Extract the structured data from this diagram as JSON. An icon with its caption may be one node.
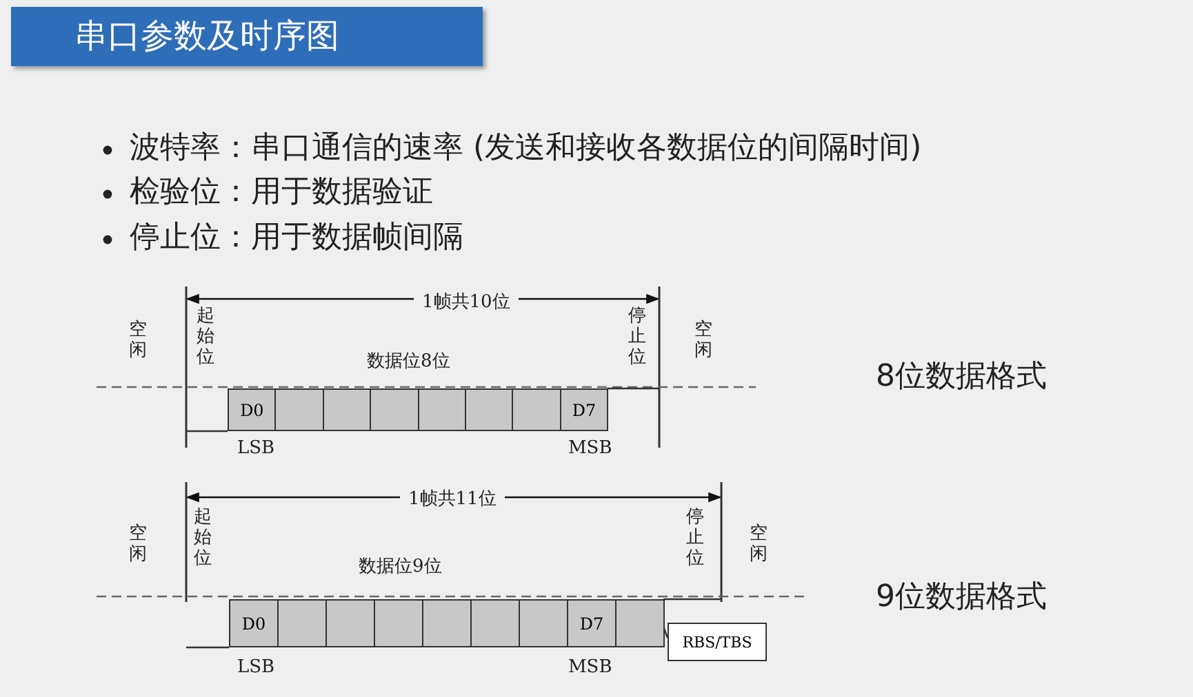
{
  "diagram": {
    "title": "串口参数及时序图",
    "nodes": [
      {
        "text": [
          "D0"
        ]
      },
      {
        "text": [],
        "shape": "box"
      },
      {
        "text": [],
        "shape": "box"
      },
      {
        "text": [],
        "shape": "box"
      },
      {
        "text": [],
        "shape": "box"
      },
      {
        "text": [],
        "shape": "box"
      },
      {
        "text": [],
        "shape": "box"
      },
      {
        "text": [
          "D7"
        ]
      },
      {
        "text": [
          "D0"
        ]
      },
      {
        "text": [],
        "shape": "box"
      },
      {
        "text": [],
        "shape": "box"
      },
      {
        "text": [],
        "shape": "box"
      },
      {
        "text": [],
        "shape": "box"
      },
      {
        "text": [],
        "shape": "box"
      },
      {
        "text": [],
        "shape": "box"
      },
      {
        "text": [
          "D7"
        ]
      },
      {
        "text": [],
        "shape": "box"
      },
      {
        "text": [
          "RBS/TBS"
        ]
      }
    ],
    "edges": [
      {
        "from": 17,
        "to": 16,
        "arrow": "none"
      }
    ],
    "labels": [
      "波特率：串口通信的速率 (发送和接收各数据位的间隔时间)",
      "检验位：用于数据验证",
      "停止位：用于数据帧间隔",
      "1帧共10位",
      "空闲",
      "起始位",
      "数据位8位",
      "停止位",
      "空闲",
      "LSB",
      "MSB",
      "8位数据格式",
      "1帧共11位",
      "空闲",
      "起始位",
      "数据位9位",
      "停止位",
      "空闲",
      "LSB",
      "MSB",
      "9位数据格式"
    ]
  }
}
